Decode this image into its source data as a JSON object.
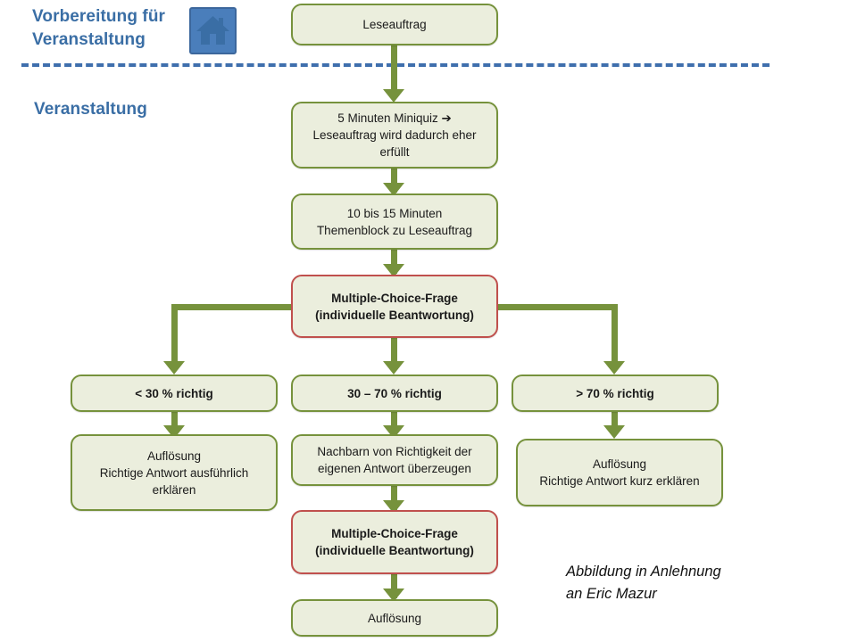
{
  "headings": {
    "preparation": "Vorbereitung für\nVeranstaltung",
    "event": "Veranstaltung"
  },
  "icons": {
    "house": "house-icon"
  },
  "colors": {
    "heading_blue": "#3a6ea5",
    "divider_blue": "#3f6fad",
    "node_fill": "#ebeedd",
    "node_border_green": "#76923c",
    "node_border_red": "#c0504d",
    "arrow_green": "#76923c",
    "icon_blue": "#4a7ebb"
  },
  "nodes": {
    "leseauftrag": "Leseauftrag",
    "miniquiz": "5 Minuten Miniquiz ➔\nLeseauftrag wird dadurch eher erfüllt",
    "themenblock": "10 bis 15 Minuten\nThemenblock zu Leseauftrag",
    "mc_question_1": "Multiple-Choice-Frage\n(individuelle Beantwortung)",
    "branch_low": "< 30 % richtig",
    "branch_mid": "30 – 70 % richtig",
    "branch_high": "> 70 % richtig",
    "result_low": "Auflösung\nRichtige Antwort  ausführlich\nerklären",
    "result_mid": "Nachbarn von Richtigkeit der\neigenen Antwort  überzeugen",
    "result_high": "Auflösung\nRichtige Antwort  kurz erklären",
    "mc_question_2": "Multiple-Choice-Frage\n(individuelle Beantwortung)",
    "final": "Auflösung"
  },
  "caption": "Abbildung in Anlehnung\nan Eric Mazur"
}
